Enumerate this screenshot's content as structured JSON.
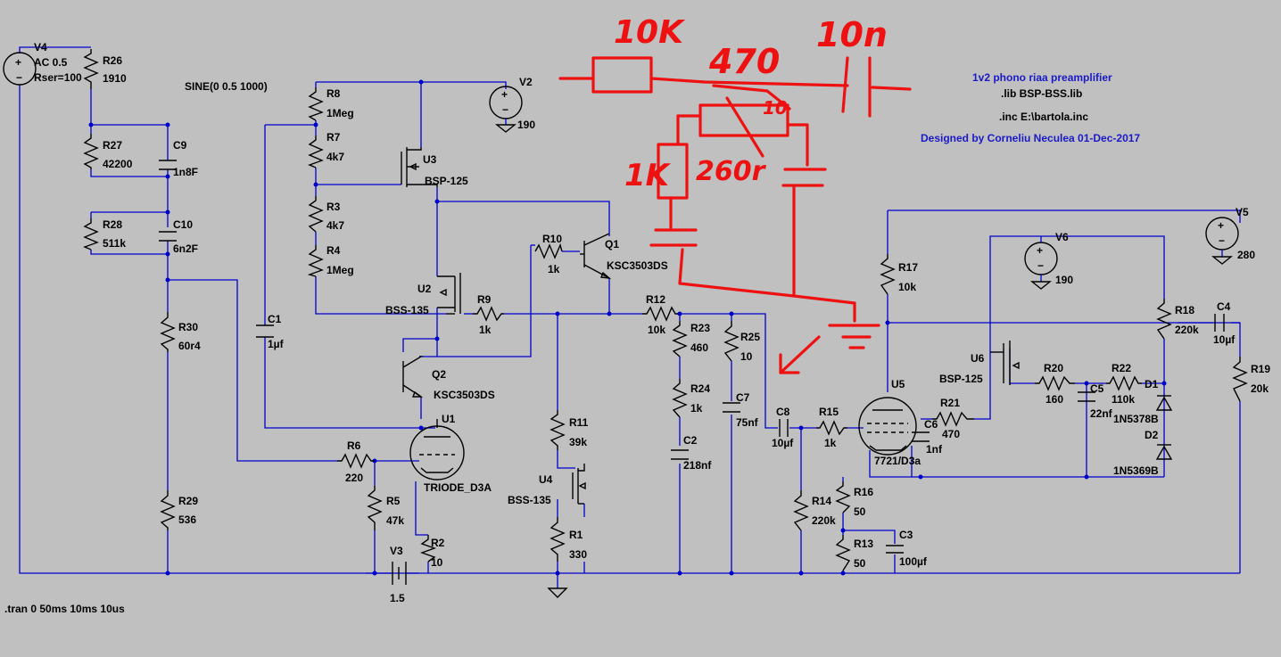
{
  "notes": {
    "title": "1v2 phono riaa preamplifier",
    "lib": ".lib BSP-BSS.lib",
    "inc": ".inc E:\\bartola.inc",
    "designer": "Designed by Corneliu Neculea 01-Dec-2017",
    "tran": ".tran 0 50ms 10ms 10us",
    "sine": "SINE(0 0.5 1000)"
  },
  "sources": {
    "V4": {
      "name": "V4",
      "ac": "AC 0.5",
      "rser": "Rser=100"
    },
    "V2": {
      "name": "V2",
      "value": "190"
    },
    "V5": {
      "name": "V5",
      "value": "280"
    },
    "V6": {
      "name": "V6",
      "value": "190"
    },
    "V3": {
      "name": "V3",
      "value": "1.5"
    }
  },
  "resistors": {
    "R26": {
      "name": "R26",
      "value": "1910"
    },
    "R27": {
      "name": "R27",
      "value": "42200"
    },
    "R28": {
      "name": "R28",
      "value": "511k"
    },
    "R30": {
      "name": "R30",
      "value": "60r4"
    },
    "R29": {
      "name": "R29",
      "value": "536"
    },
    "R8": {
      "name": "R8",
      "value": "1Meg"
    },
    "R7": {
      "name": "R7",
      "value": "4k7"
    },
    "R3": {
      "name": "R3",
      "value": "4k7"
    },
    "R4": {
      "name": "R4",
      "value": "1Meg"
    },
    "R10": {
      "name": "R10",
      "value": "1k"
    },
    "R9": {
      "name": "R9",
      "value": "1k"
    },
    "R6": {
      "name": "R6",
      "value": "220"
    },
    "R5": {
      "name": "R5",
      "value": "47k"
    },
    "R2": {
      "name": "R2",
      "value": "10"
    },
    "R11": {
      "name": "R11",
      "value": "39k"
    },
    "R1": {
      "name": "R1",
      "value": "330"
    },
    "R12": {
      "name": "R12",
      "value": "10k"
    },
    "R23": {
      "name": "R23",
      "value": "460"
    },
    "R24": {
      "name": "R24",
      "value": "1k"
    },
    "R25": {
      "name": "R25",
      "value": "10"
    },
    "R15": {
      "name": "R15",
      "value": "1k"
    },
    "R14": {
      "name": "R14",
      "value": "220k"
    },
    "R16": {
      "name": "R16",
      "value": "50"
    },
    "R13": {
      "name": "R13",
      "value": "50"
    },
    "R17": {
      "name": "R17",
      "value": "10k"
    },
    "R21": {
      "name": "R21",
      "value": "470"
    },
    "R20": {
      "name": "R20",
      "value": "160"
    },
    "R22": {
      "name": "R22",
      "value": "110k"
    },
    "R18": {
      "name": "R18",
      "value": "220k"
    },
    "R19": {
      "name": "R19",
      "value": "20k"
    }
  },
  "capacitors": {
    "C9": {
      "name": "C9",
      "value": "1n8F"
    },
    "C10": {
      "name": "C10",
      "value": "6n2F"
    },
    "C1": {
      "name": "C1",
      "value": "1µf"
    },
    "C2": {
      "name": "C2",
      "value": "218nf"
    },
    "C7": {
      "name": "C7",
      "value": "75nf"
    },
    "C8": {
      "name": "C8",
      "value": "10µf"
    },
    "C6": {
      "name": "C6",
      "value": "1nf"
    },
    "C5": {
      "name": "C5",
      "value": "22nf"
    },
    "C3": {
      "name": "C3",
      "value": "100µf"
    },
    "C4": {
      "name": "C4",
      "value": "10µf"
    }
  },
  "semis": {
    "U3": {
      "name": "U3",
      "value": "BSP-125"
    },
    "U2": {
      "name": "U2",
      "value": "BSS-135"
    },
    "U4": {
      "name": "U4",
      "value": "BSS-135"
    },
    "U6": {
      "name": "U6",
      "value": "BSP-125"
    },
    "Q1": {
      "name": "Q1",
      "value": "KSC3503DS"
    },
    "Q2": {
      "name": "Q2",
      "value": "KSC3503DS"
    },
    "U1": {
      "name": "U1",
      "value": "TRIODE_D3A"
    },
    "U5": {
      "name": "U5",
      "value": "7721/D3a"
    },
    "D1": {
      "name": "D1",
      "value": "1N5378B"
    },
    "D2": {
      "name": "D2",
      "value": "1N5369B"
    }
  },
  "handwritten": {
    "r10k": "10K",
    "r470": "470",
    "c10n": "10n",
    "r10": "10",
    "r1k": "1K",
    "r260": "260r"
  },
  "colors": {
    "background": "#c0c0c0",
    "wire": "#0000cc",
    "component": "#000000",
    "note": "#1a1ac8",
    "redline": "#ee1111"
  }
}
